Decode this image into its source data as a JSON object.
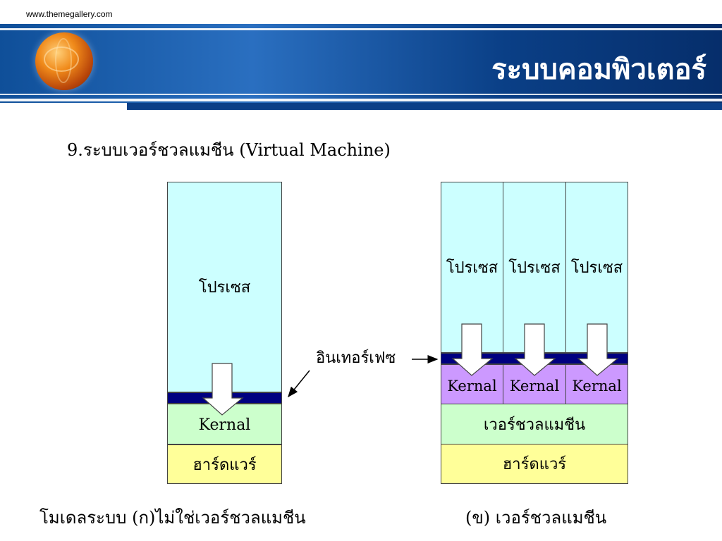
{
  "header": {
    "site_url": "www.themegallery.com",
    "title": "ระบบคอมพิวเตอร์"
  },
  "heading": "9.ระบบเวอร์ชวลแมชีน (Virtual Machine)",
  "diagram_a": {
    "process": "โปรเซส",
    "kernel": "Kernal",
    "hardware": "ฮาร์ดแวร์",
    "caption": "โมเดลระบบ  (ก)ไม่ใช่เวอร์ชวลแมชีน"
  },
  "interface_label": "อินเทอร์เฟซ",
  "diagram_b": {
    "processes": [
      "โปรเซส",
      "โปรเซส",
      "โปรเซส"
    ],
    "kernels": [
      "Kernal",
      "Kernal",
      "Kernal"
    ],
    "virtual_machine": "เวอร์ชวลแมชีน",
    "hardware": "ฮาร์ดแวร์",
    "caption": "(ข) เวอร์ชวลแมชีน"
  },
  "colors": {
    "process": "#ccffff",
    "interface": "#000080",
    "kernel": "#ccffcc",
    "kernel_vm": "#cc99ff",
    "hardware": "#ffff99",
    "banner": "#0f4f99"
  }
}
